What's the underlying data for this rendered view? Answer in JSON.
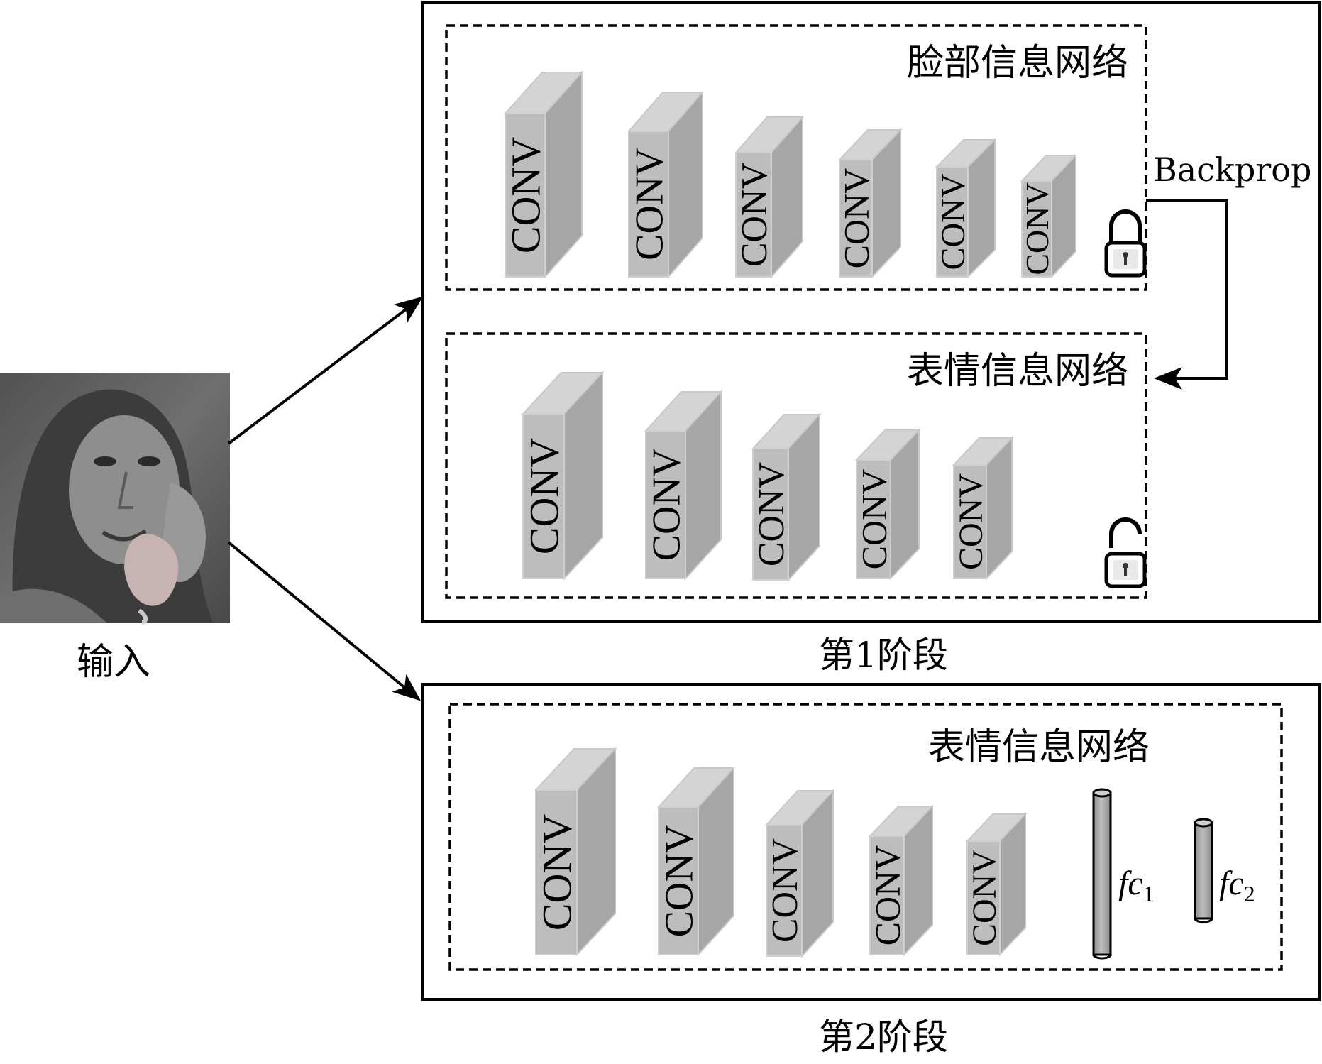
{
  "input": {
    "label": "输入",
    "photo": "grayscale photo of a girl holding a telephone handset"
  },
  "stage1": {
    "caption": "第1阶段",
    "face_network": {
      "title": "脸部信息网络",
      "layers": [
        "CONV",
        "CONV",
        "CONV",
        "CONV",
        "CONV",
        "CONV"
      ],
      "lock_icon": "locked-padlock-icon"
    },
    "expression_network": {
      "title": "表情信息网络",
      "layers": [
        "CONV",
        "CONV",
        "CONV",
        "CONV",
        "CONV"
      ],
      "lock_icon": "unlocked-padlock-icon"
    },
    "backprop_label": "Backprop"
  },
  "stage2": {
    "caption": "第2阶段",
    "expression_network": {
      "title": "表情信息网络",
      "layers": [
        "CONV",
        "CONV",
        "CONV",
        "CONV",
        "CONV"
      ],
      "fc_layers": [
        {
          "main": "fc",
          "sub": "1"
        },
        {
          "main": "fc",
          "sub": "2"
        }
      ]
    }
  },
  "colors": {
    "block_front": "#bdbdbd",
    "block_side": "#a6a6a6",
    "block_top": "#d4d4d4",
    "outline": "#000000"
  }
}
